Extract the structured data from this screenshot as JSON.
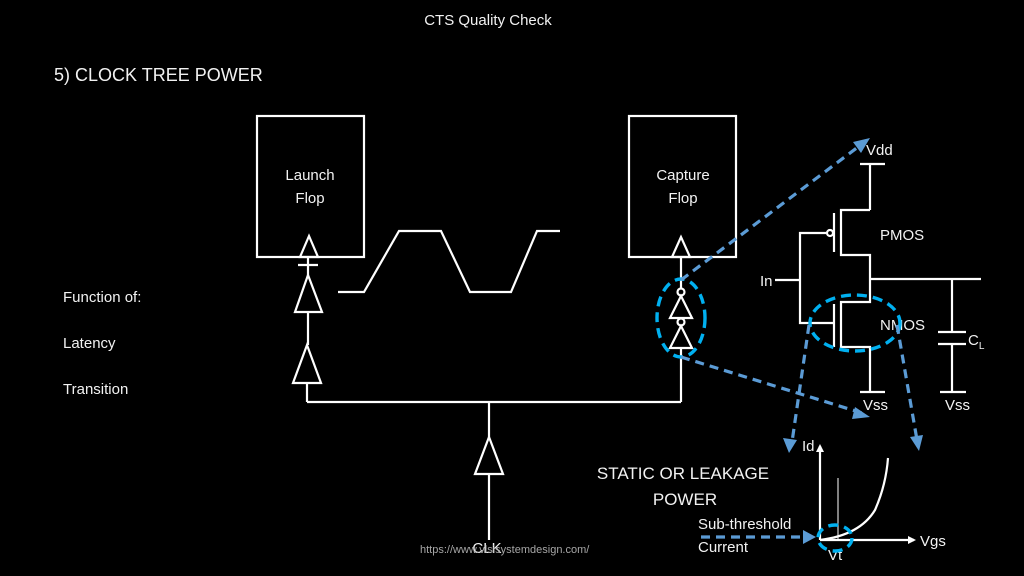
{
  "slide": {
    "title": "CTS Quality Check",
    "heading": "5) CLOCK TREE POWER"
  },
  "side_notes": {
    "function_of": "Function of:",
    "latency": "Latency",
    "transition": "Transition"
  },
  "flops": {
    "launch": [
      "Launch",
      "Flop"
    ],
    "capture": [
      "Capture",
      "Flop"
    ]
  },
  "clock": {
    "source_label": "CLK"
  },
  "cmos": {
    "vdd": "Vdd",
    "pmos": "PMOS",
    "nmos": "NMOS",
    "input": "In",
    "load_cap": "C",
    "load_cap_sub": "L",
    "vss_nmos": "Vss",
    "vss_cap": "Vss"
  },
  "leakage": {
    "title_line1": "STATIC OR LEAKAGE",
    "title_line2": "POWER",
    "subthreshold_line1": "Sub-threshold",
    "subthreshold_line2": "Current"
  },
  "iv_graph": {
    "y_axis": "Id",
    "x_axis": "Vgs",
    "threshold": "Vt"
  },
  "colors": {
    "background": "#000000",
    "lines": "#ffffff",
    "arrow_blue": "#5b9bd5",
    "highlight_cyan": "#00b0f0"
  },
  "footer": {
    "url": "https://www.vlsisystemdesign.com/"
  }
}
